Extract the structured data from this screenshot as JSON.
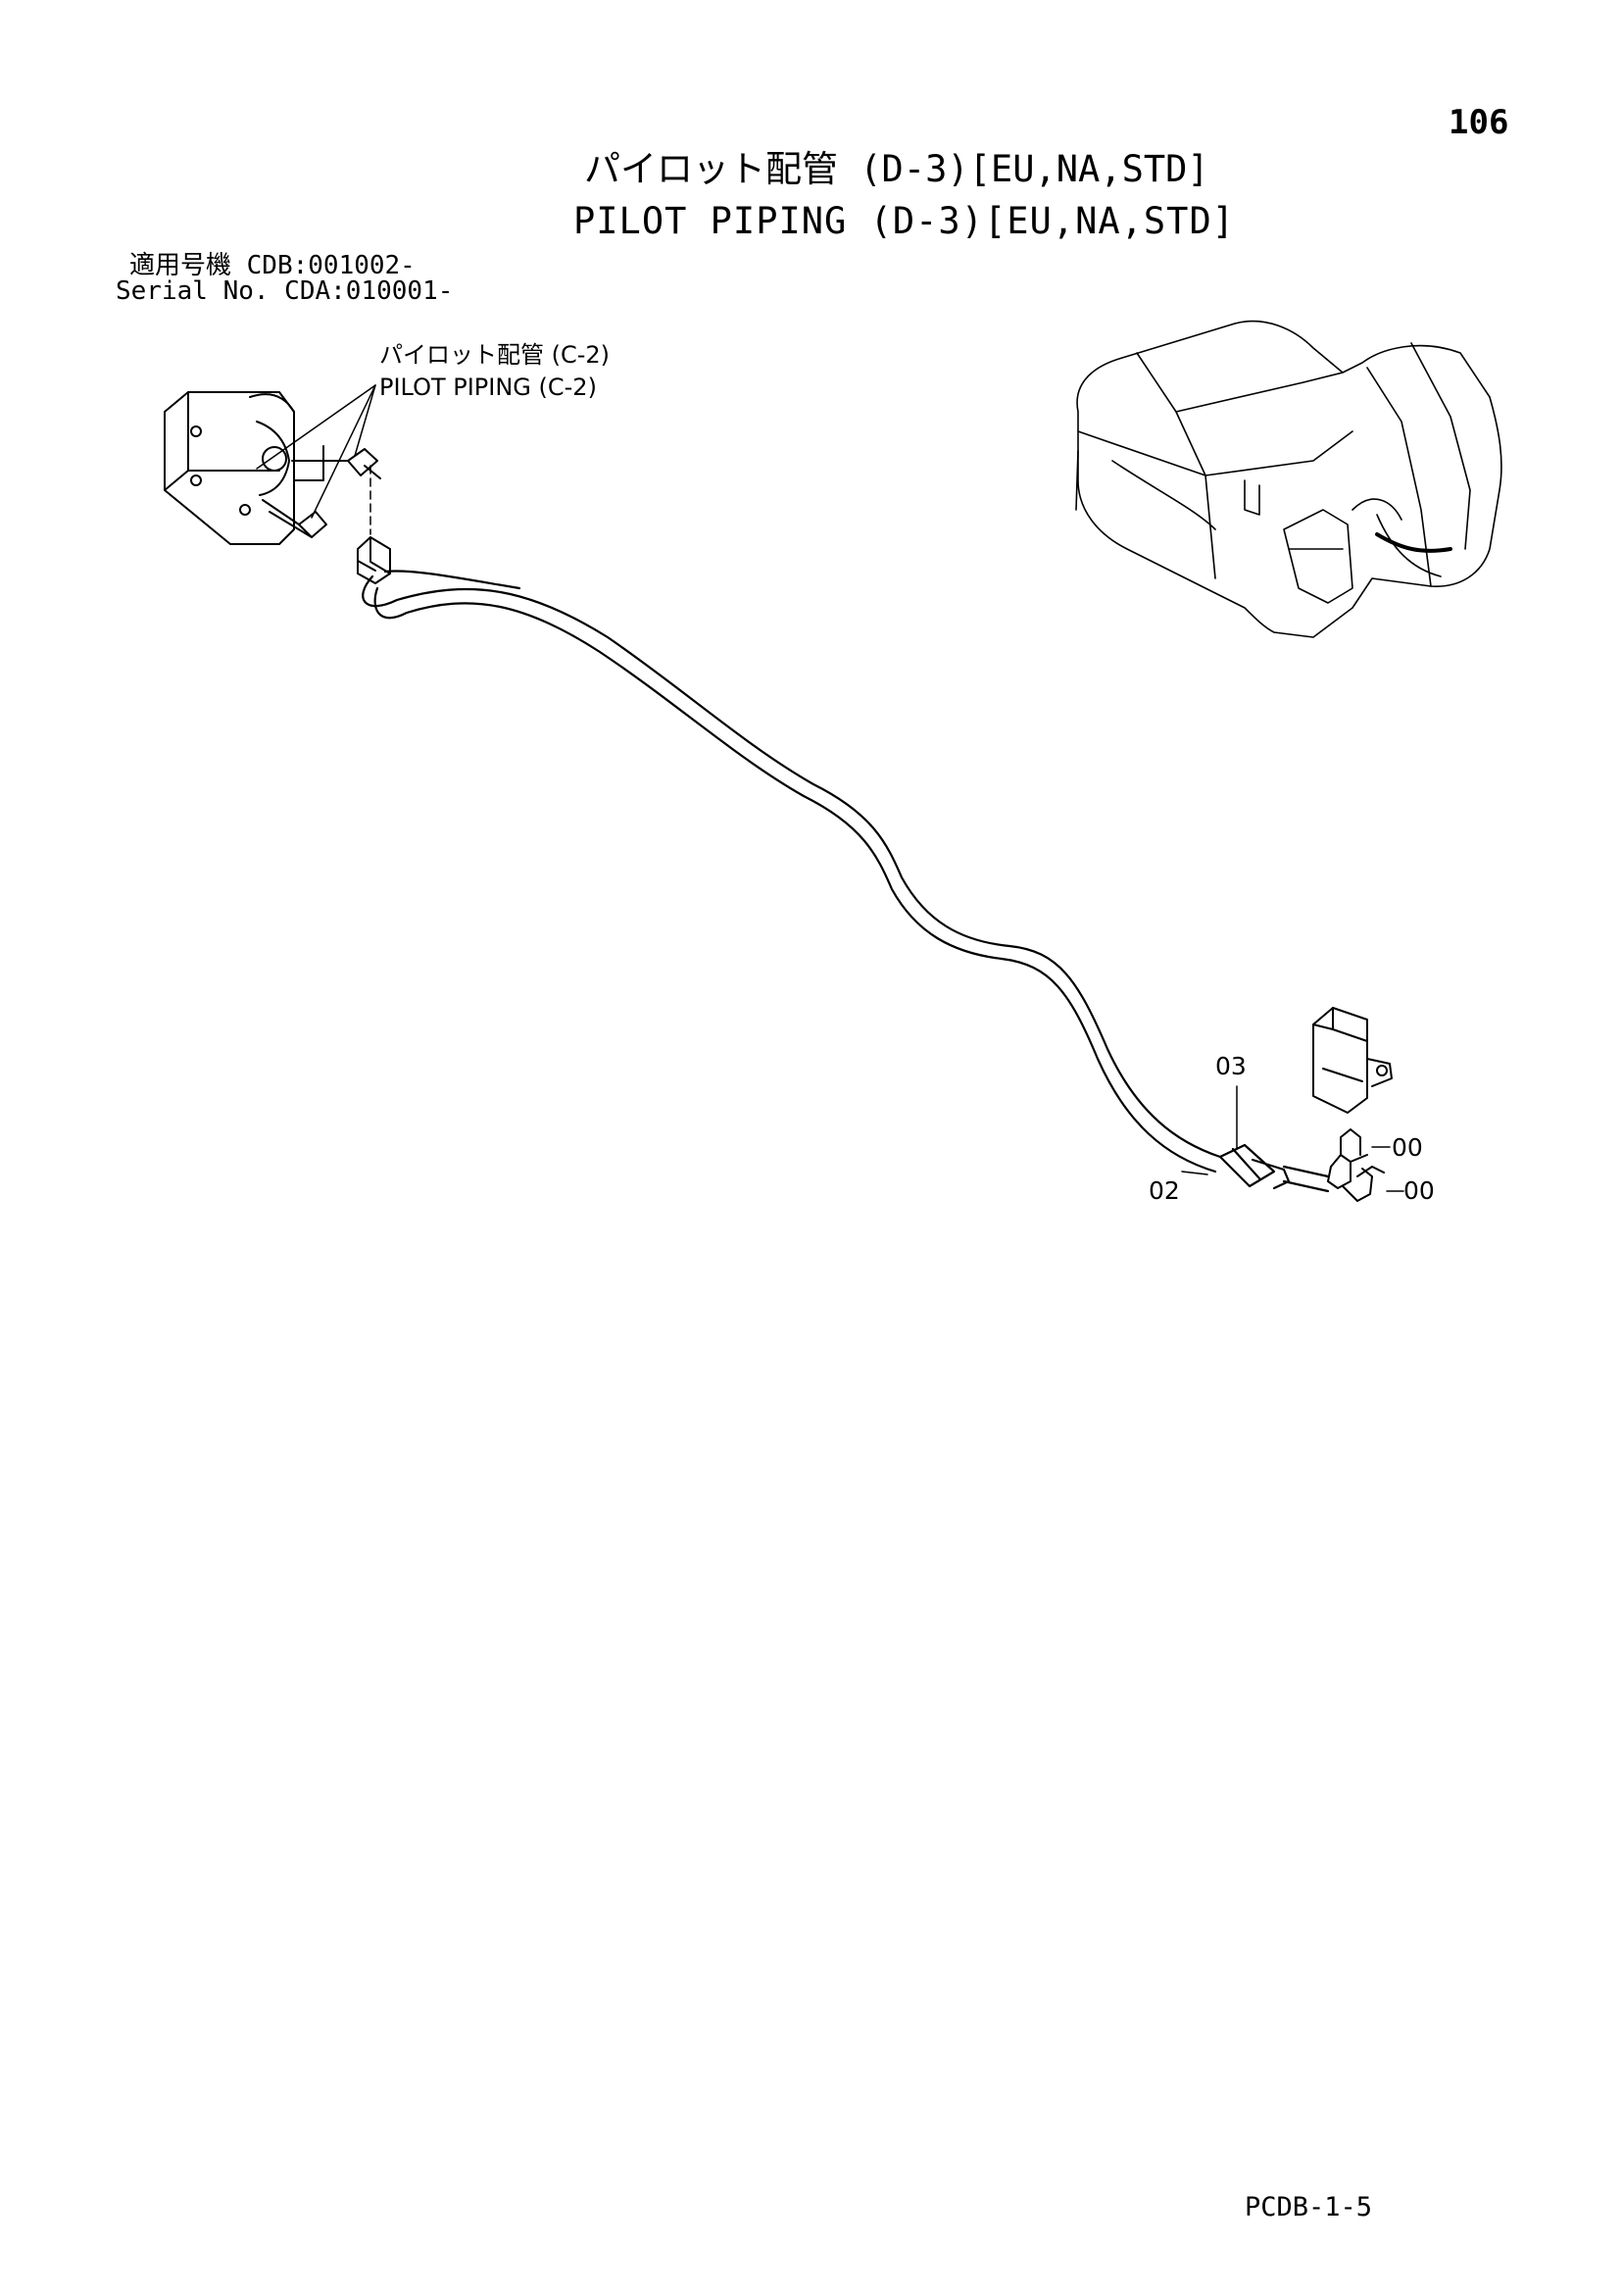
{
  "page_number": "106",
  "title_jp": "パイロット配管 (D-3)[EU,NA,STD]",
  "title_en": "PILOT PIPING (D-3)[EU,NA,STD]",
  "serial": {
    "line1": "適用号機 CDB:001002-",
    "line2": "Serial No. CDA:010001-"
  },
  "callout": {
    "jp": "パイロット配管 (C-2)",
    "en": "PILOT PIPING (C-2)"
  },
  "parts": {
    "p03": "03",
    "p02": "02",
    "p00_upper": "00",
    "p00_lower": "00"
  },
  "footer_code": "PCDB-1-5"
}
